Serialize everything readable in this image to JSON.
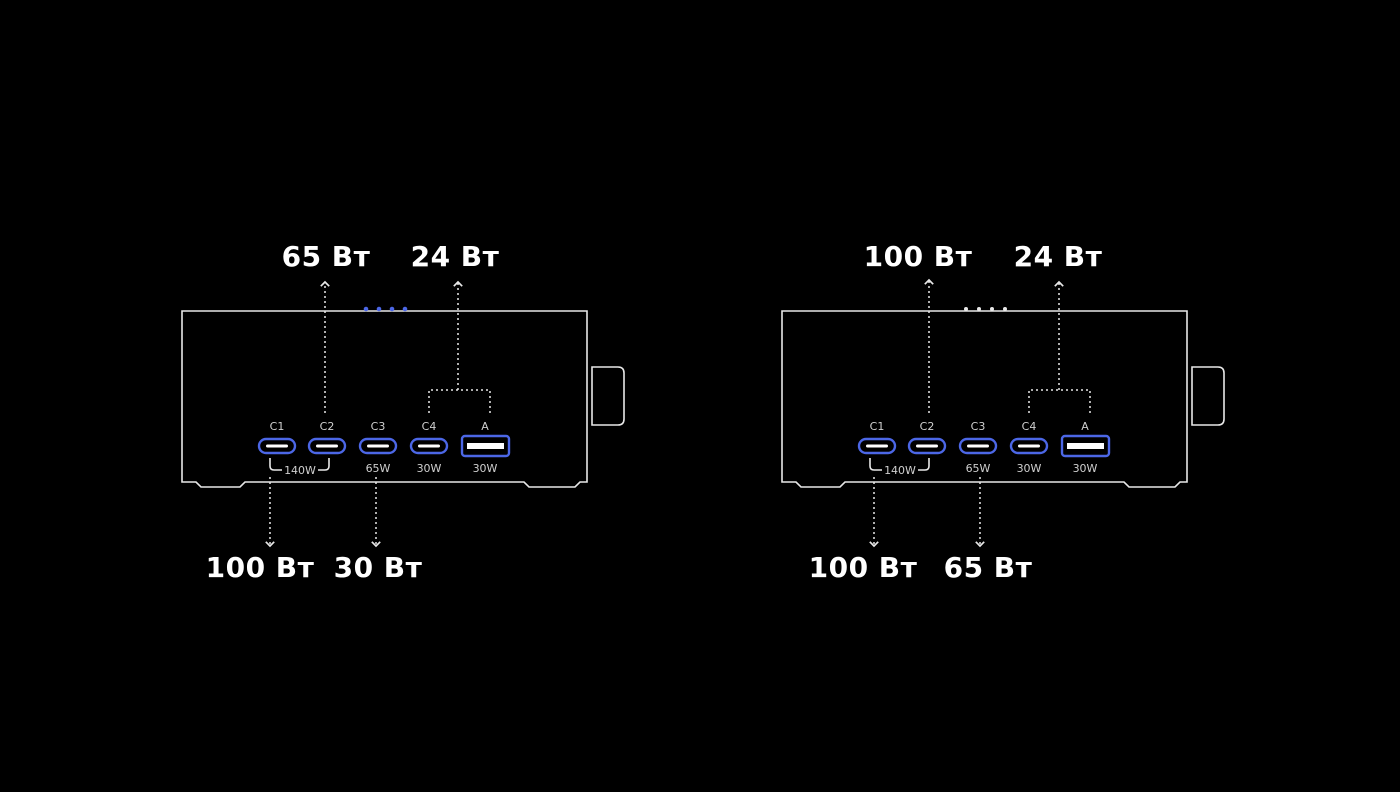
{
  "colors": {
    "background": "#000000",
    "line": "#e8e8e8",
    "port_accent": "#4c67e6",
    "led_active": "#4c67e6",
    "led_inactive": "#e8e8e8"
  },
  "chargers": [
    {
      "ports": [
        {
          "id": "C1",
          "rating": ""
        },
        {
          "id": "C2",
          "rating": ""
        },
        {
          "id": "C3",
          "rating": "65W"
        },
        {
          "id": "C4",
          "rating": "30W"
        },
        {
          "id": "A",
          "rating": "30W"
        }
      ],
      "combined_rating": "140W",
      "leds_active": true,
      "top_labels": [
        "65 Вт",
        "24 Вт"
      ],
      "bottom_labels": [
        "100 Вт",
        "30 Вт"
      ]
    },
    {
      "ports": [
        {
          "id": "C1",
          "rating": ""
        },
        {
          "id": "C2",
          "rating": ""
        },
        {
          "id": "C3",
          "rating": "65W"
        },
        {
          "id": "C4",
          "rating": "30W"
        },
        {
          "id": "A",
          "rating": "30W"
        }
      ],
      "combined_rating": "140W",
      "leds_active": false,
      "top_labels": [
        "100 Вт",
        "24 Вт"
      ],
      "bottom_labels": [
        "100 Вт",
        "65 Вт"
      ]
    }
  ]
}
